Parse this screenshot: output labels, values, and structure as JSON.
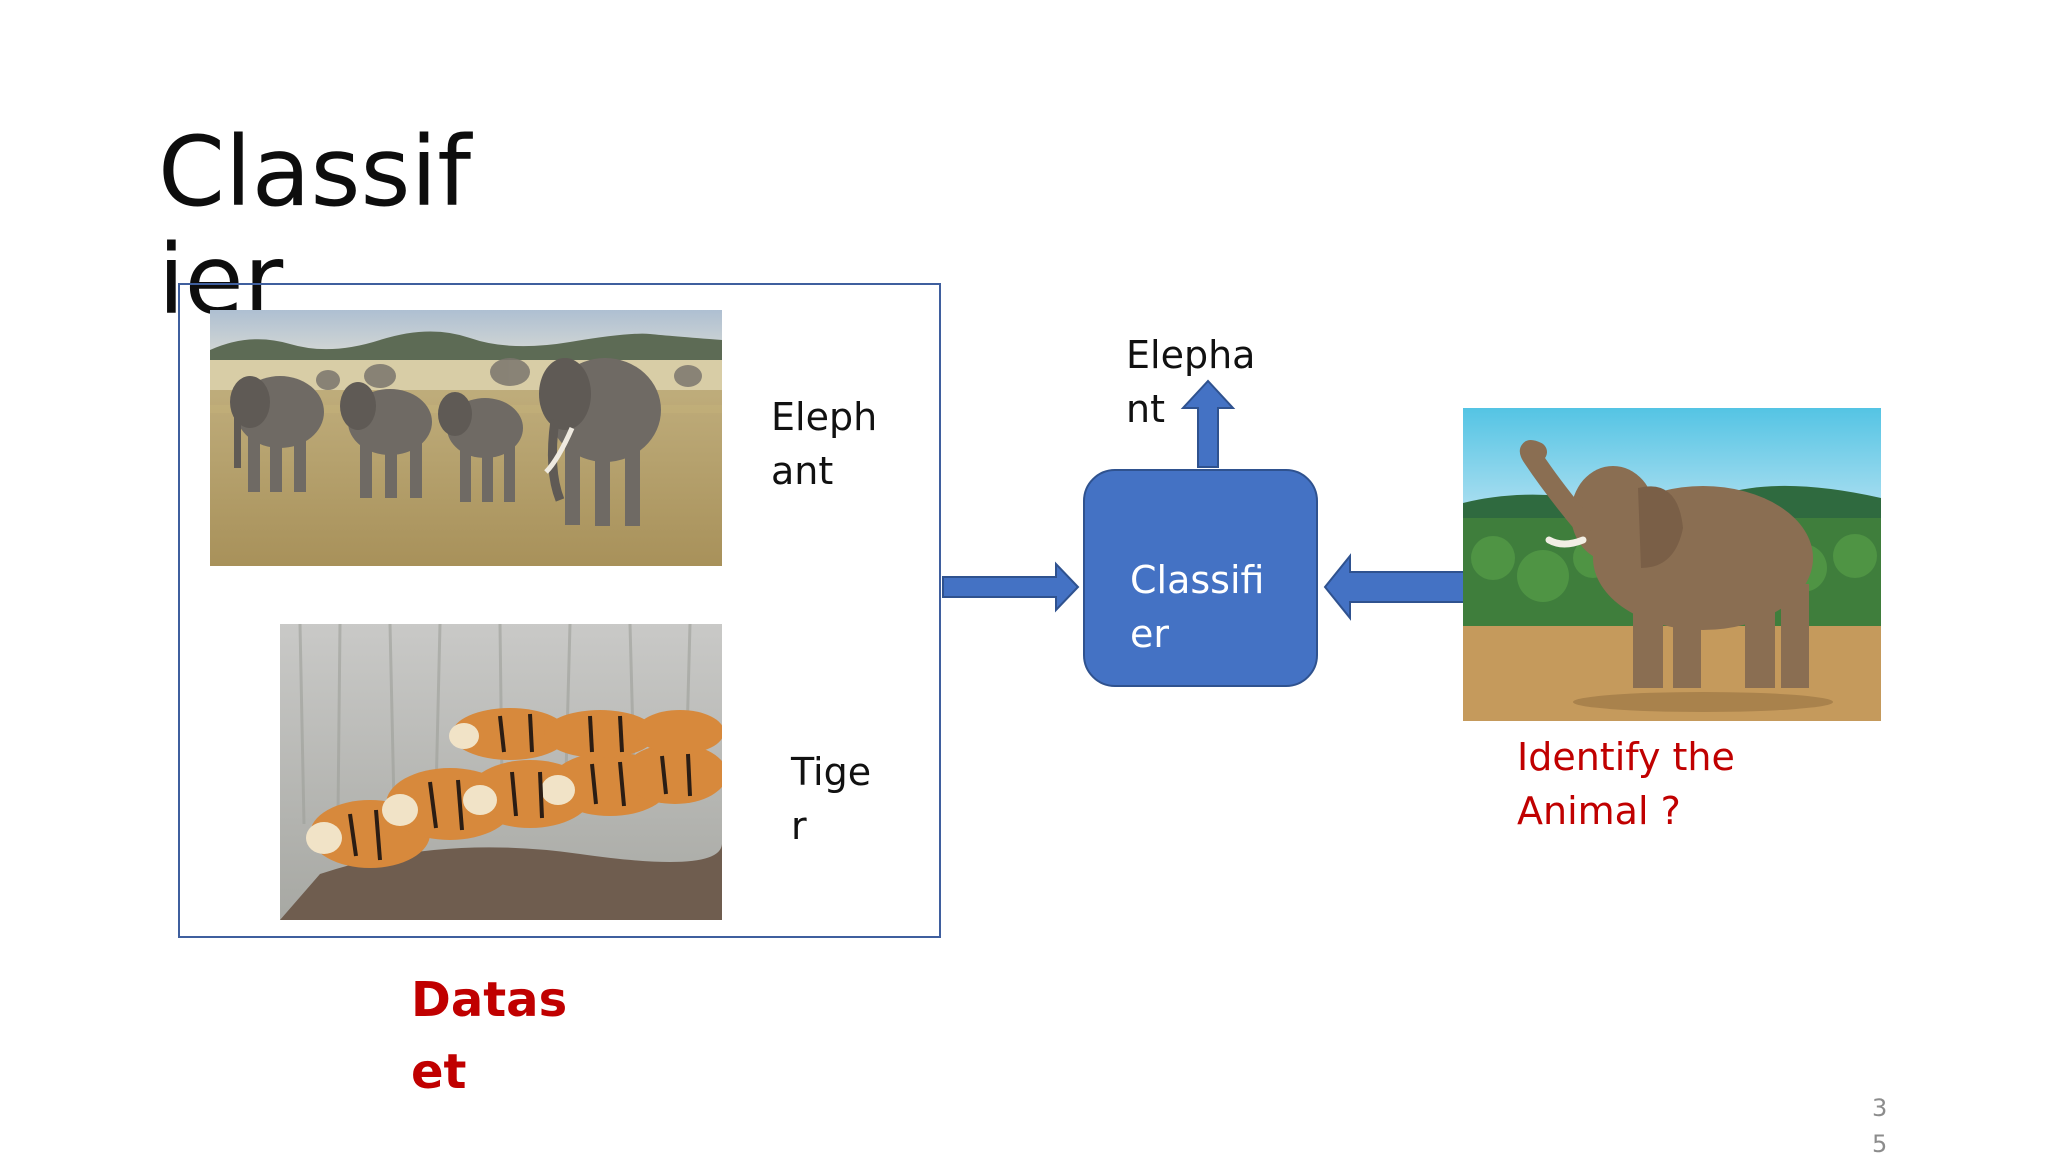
{
  "slide": {
    "title": "Classifier",
    "page_number": "35"
  },
  "dataset": {
    "caption": "Dataset",
    "items": [
      {
        "label": "Elephant",
        "image": "elephant-herd-photo"
      },
      {
        "label": "Tiger",
        "image": "tiger-group-photo"
      }
    ]
  },
  "classifier": {
    "label": "Classifier",
    "output_label": "Elephant",
    "fill_color": "#4472c4"
  },
  "query": {
    "image": "single-elephant-photo",
    "caption": "Identify the Animal ?"
  },
  "colors": {
    "accent_red": "#c00000",
    "frame_blue": "#3f5f9e",
    "arrow_blue": "#4472c4"
  }
}
